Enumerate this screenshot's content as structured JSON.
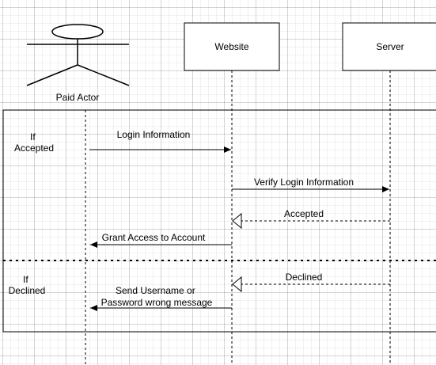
{
  "participants": {
    "actor": "Paid Actor",
    "website": "Website",
    "server": "Server"
  },
  "fragments": {
    "accepted_guard": [
      "If",
      "Accepted"
    ],
    "declined_guard": [
      "If",
      "Declined"
    ]
  },
  "messages": {
    "login": "Login Information",
    "verify": "Verify Login Information",
    "accepted": "Accepted",
    "grant": "Grant Access to Account",
    "declined": "Declined",
    "wrong": [
      "Send Username or",
      "Password wrong message"
    ]
  },
  "colors": {
    "line": "#000000",
    "background": "#ffffff",
    "grid": "#e0e0e0"
  }
}
